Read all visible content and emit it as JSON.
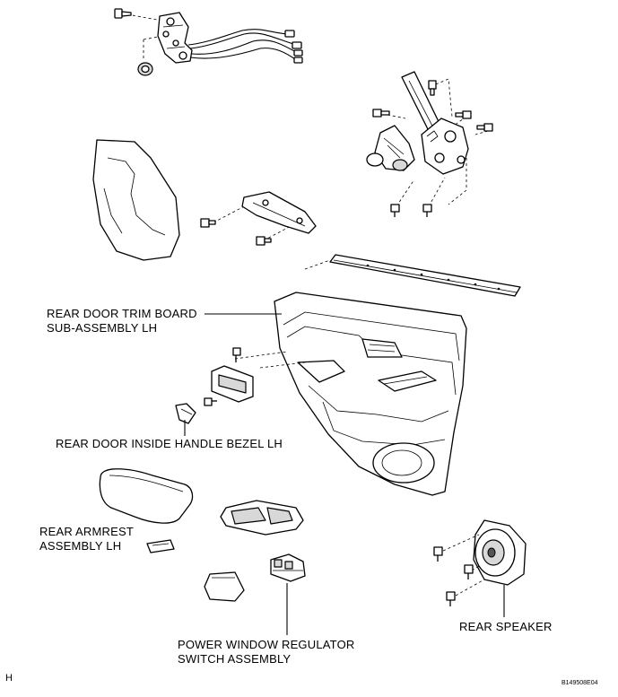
{
  "labels": {
    "trim_board": "REAR DOOR TRIM BOARD\nSUB-ASSEMBLY LH",
    "handle_bezel": "REAR DOOR INSIDE HANDLE BEZEL LH",
    "armrest": "REAR ARMREST\nASSEMBLY LH",
    "switch": "POWER WINDOW REGULATOR\nSWITCH ASSEMBLY",
    "speaker": "REAR SPEAKER"
  },
  "corner_letter": "H",
  "figure_code": "B149508E04"
}
